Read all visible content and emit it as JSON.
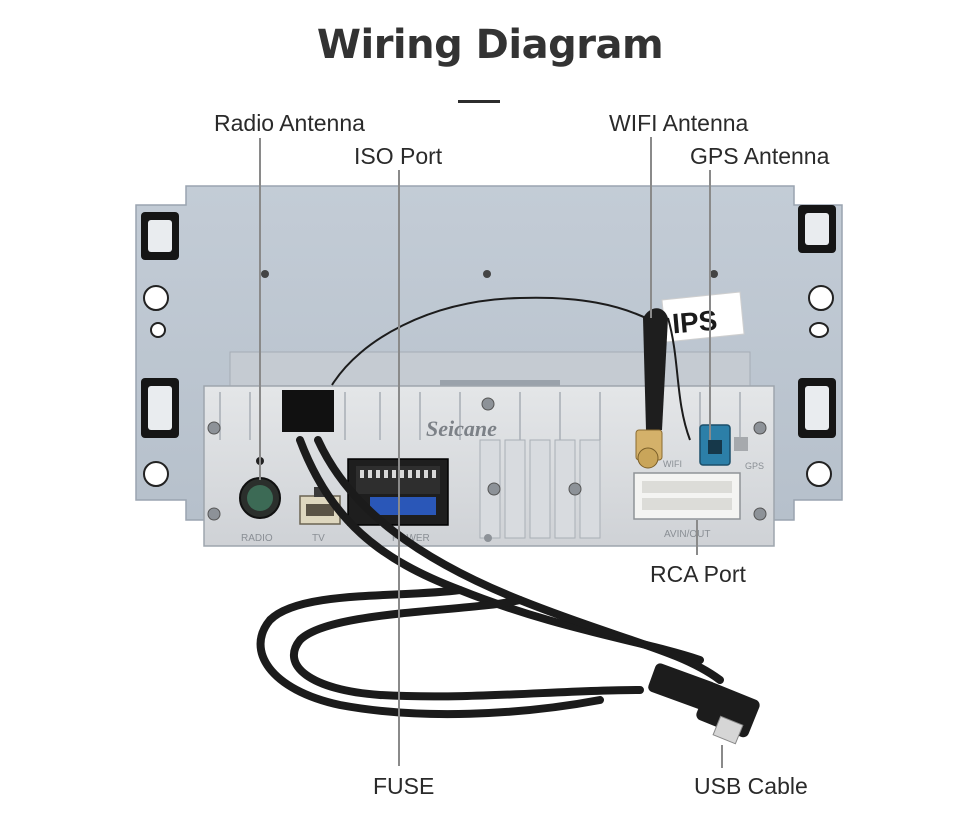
{
  "title": "Wiring Diagram",
  "labels": {
    "radio_antenna": "Radio Antenna",
    "iso_port": "ISO Port",
    "wifi_antenna": "WIFI Antenna",
    "gps_antenna": "GPS Antenna",
    "rca_port": "RCA Port",
    "fuse": "FUSE",
    "usb_cable": "USB Cable"
  },
  "device": {
    "brand": "Seicane",
    "sticker": "IPS",
    "port_labels": {
      "radio": "RADIO",
      "tv": "TV",
      "power": "POWER",
      "av_in_out": "AVIN/OUT",
      "gps": "GPS",
      "wifi": "WIFI"
    }
  },
  "colors": {
    "title": "#333333",
    "label_text": "#2a2a2a",
    "callout_line": "#8a8a8a",
    "chassis": "#c9cdd3",
    "cable": "#1c1c1c"
  }
}
